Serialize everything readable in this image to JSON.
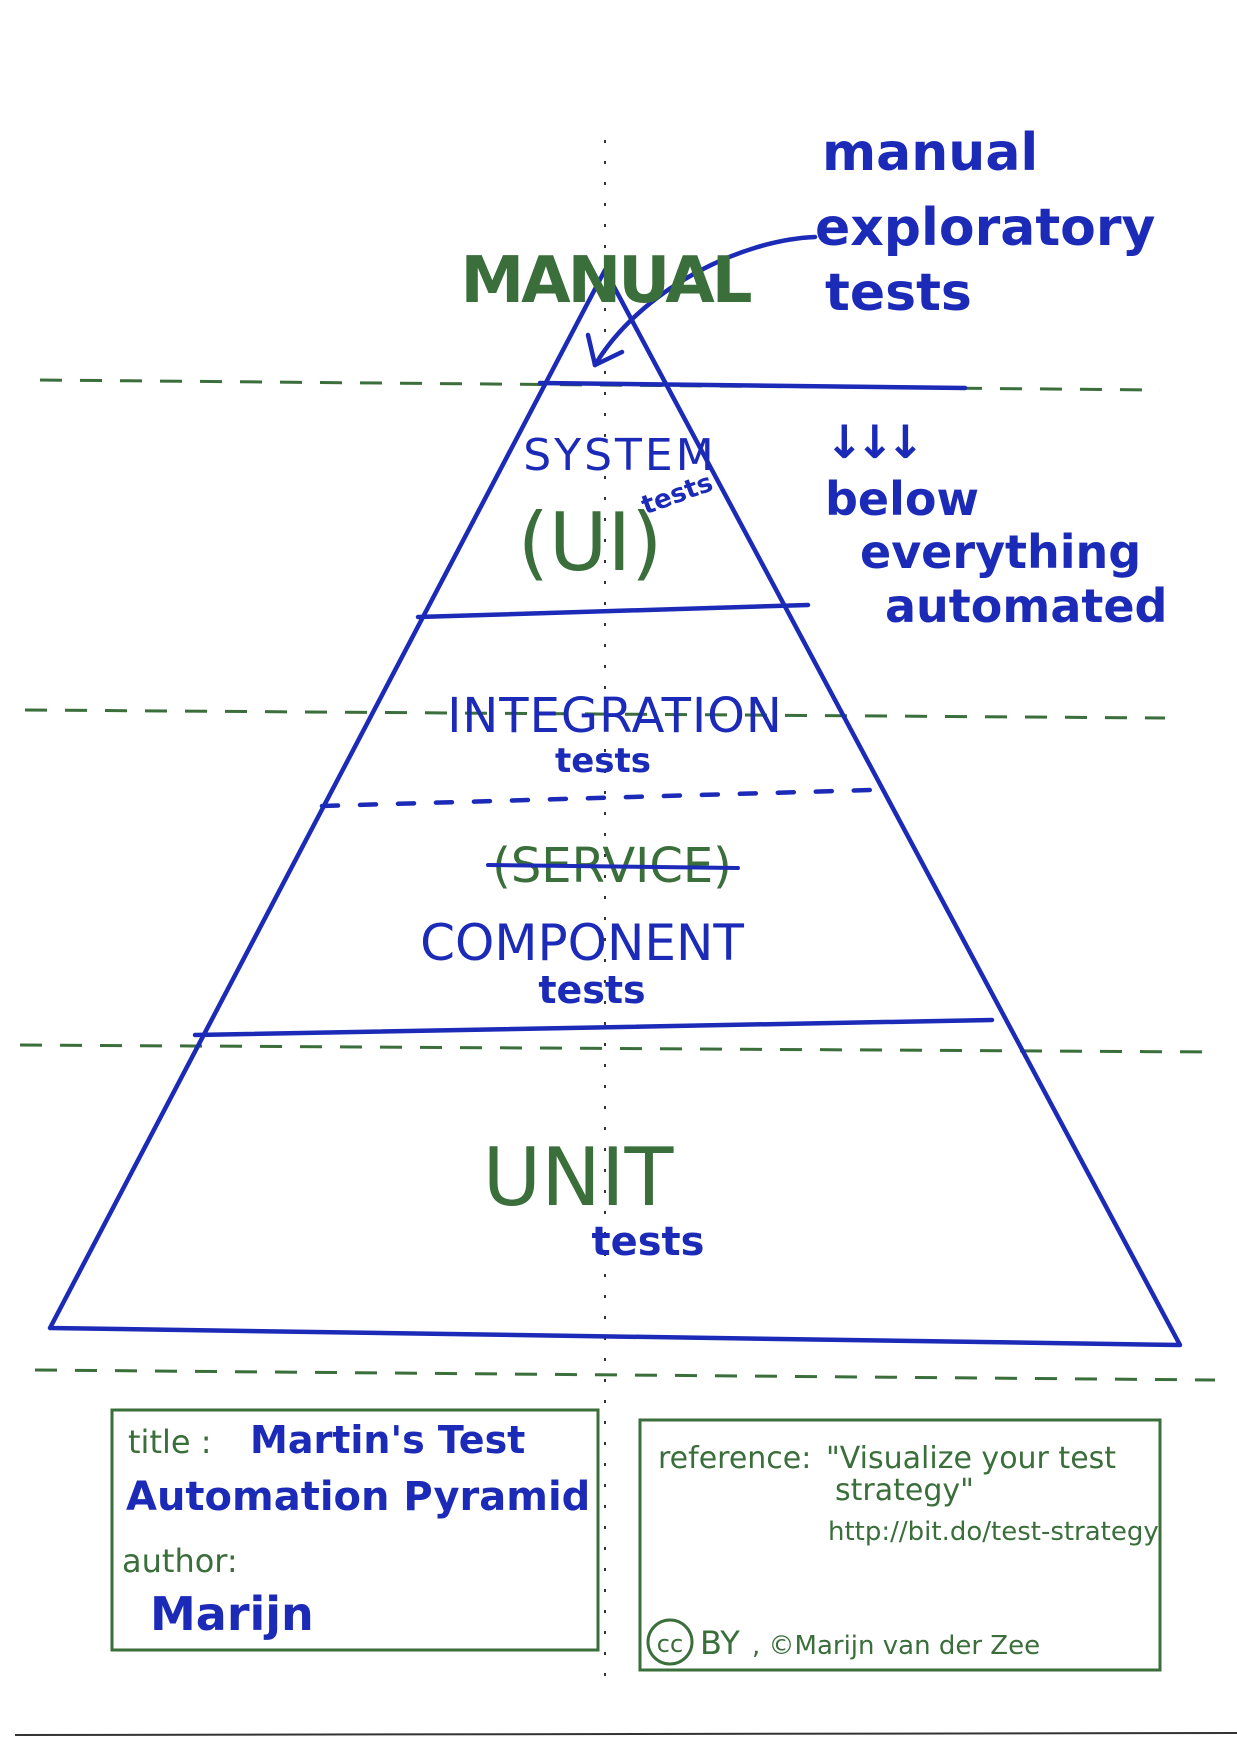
{
  "colors": {
    "blue_ink": "#1c2ab8",
    "green_ink": "#3a6e3a"
  },
  "pyramid": {
    "manual_label": "MANUAL",
    "system_label": "SYSTEM",
    "system_sub": "tests",
    "ui_label": "(UI)",
    "integration_label": "INTEGRATION",
    "integration_sub": "tests",
    "service_label": "(SERVICE)",
    "component_label": "COMPONENT",
    "component_sub": "tests",
    "unit_label": "UNIT",
    "unit_sub": "tests"
  },
  "annotations": {
    "manual_exploratory": [
      "manual",
      "exploratory",
      "tests"
    ],
    "arrows_glyph": "↓↓↓",
    "below_automated": [
      "below",
      "everything",
      "automated"
    ]
  },
  "footer": {
    "title_label": "title :",
    "title_value_1": "Martin's Test",
    "title_value_2": "Automation Pyramid",
    "author_label": "author:",
    "author_value": "Marijn",
    "reference_label": "reference:",
    "reference_value_1": "\"Visualize your test",
    "reference_value_2": "strategy\"",
    "reference_url": "http://bit.do/test-strategy",
    "license_cc": "cc",
    "license_by": "BY",
    "copyright": ", ©Marijn van der Zee"
  }
}
